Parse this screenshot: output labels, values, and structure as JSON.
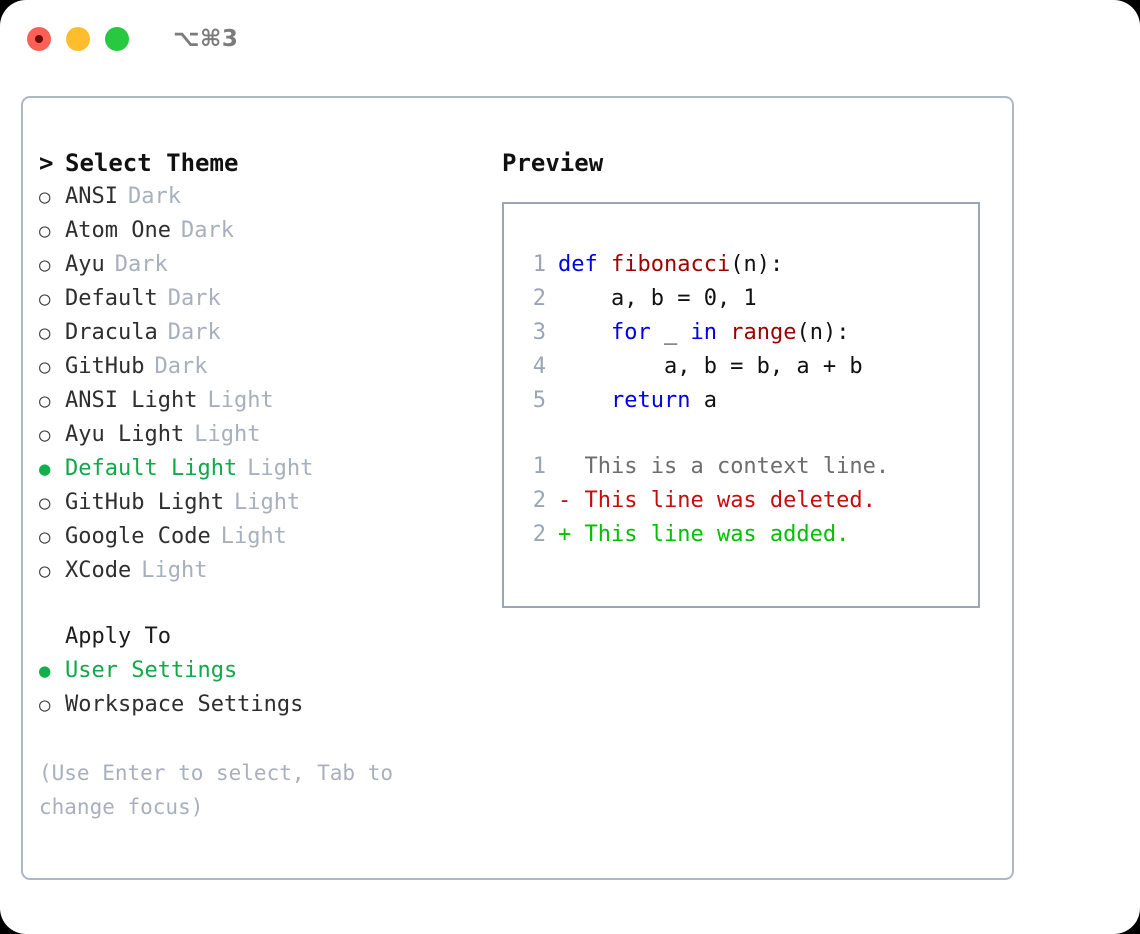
{
  "window": {
    "title": "⌥⌘3",
    "traffic_lights": [
      "close",
      "minimize",
      "maximize"
    ]
  },
  "colors": {
    "accent_green": "#11a84a",
    "muted": "#a8b0bd",
    "keyword_blue": "#0000e8",
    "function_red": "#9e0000",
    "diff_added": "#00c000",
    "diff_deleted": "#c40d0d",
    "border": "#aeb7c4"
  },
  "theme_panel": {
    "caret": ">",
    "header": "Select Theme",
    "bullet_unselected": "○",
    "bullet_selected": "●",
    "items": [
      {
        "label": "ANSI",
        "variant": "Dark",
        "selected": false
      },
      {
        "label": "Atom One",
        "variant": "Dark",
        "selected": false
      },
      {
        "label": "Ayu",
        "variant": "Dark",
        "selected": false
      },
      {
        "label": "Default",
        "variant": "Dark",
        "selected": false
      },
      {
        "label": "Dracula",
        "variant": "Dark",
        "selected": false
      },
      {
        "label": "GitHub",
        "variant": "Dark",
        "selected": false
      },
      {
        "label": "ANSI Light",
        "variant": "Light",
        "selected": false
      },
      {
        "label": "Ayu Light",
        "variant": "Light",
        "selected": false
      },
      {
        "label": "Default Light",
        "variant": "Light",
        "selected": true
      },
      {
        "label": "GitHub Light",
        "variant": "Light",
        "selected": false
      },
      {
        "label": "Google Code",
        "variant": "Light",
        "selected": false
      },
      {
        "label": "XCode",
        "variant": "Light",
        "selected": false
      }
    ]
  },
  "apply_to": {
    "title": "Apply To",
    "items": [
      {
        "label": "User Settings",
        "selected": true
      },
      {
        "label": "Workspace Settings",
        "selected": false
      }
    ]
  },
  "hint": "(Use Enter to select, Tab to change focus)",
  "preview": {
    "title": "Preview",
    "code_lines": [
      {
        "no": "1",
        "tokens": [
          {
            "t": "def ",
            "k": "kw"
          },
          {
            "t": "fibonacci",
            "k": "fn"
          },
          {
            "t": "(n):",
            "k": "pl"
          }
        ]
      },
      {
        "no": "2",
        "tokens": [
          {
            "t": "    a, b = 0, 1",
            "k": "pl"
          }
        ]
      },
      {
        "no": "3",
        "tokens": [
          {
            "t": "    ",
            "k": "pl"
          },
          {
            "t": "for",
            "k": "kw"
          },
          {
            "t": " _ ",
            "k": "pl"
          },
          {
            "t": "in",
            "k": "kw"
          },
          {
            "t": " ",
            "k": "pl"
          },
          {
            "t": "range",
            "k": "fn"
          },
          {
            "t": "(n):",
            "k": "pl"
          }
        ]
      },
      {
        "no": "4",
        "tokens": [
          {
            "t": "        a, b = b, a + b",
            "k": "pl"
          }
        ]
      },
      {
        "no": "5",
        "tokens": [
          {
            "t": "    ",
            "k": "pl"
          },
          {
            "t": "return",
            "k": "kw"
          },
          {
            "t": " a",
            "k": "pl"
          }
        ]
      }
    ],
    "diff_lines": [
      {
        "no": "1",
        "marker": " ",
        "text": " This is a context line.",
        "kind": "ctx"
      },
      {
        "no": "2",
        "marker": "-",
        "text": " This line was deleted.",
        "kind": "del"
      },
      {
        "no": "2",
        "marker": "+",
        "text": " This line was added.",
        "kind": "add"
      }
    ]
  }
}
